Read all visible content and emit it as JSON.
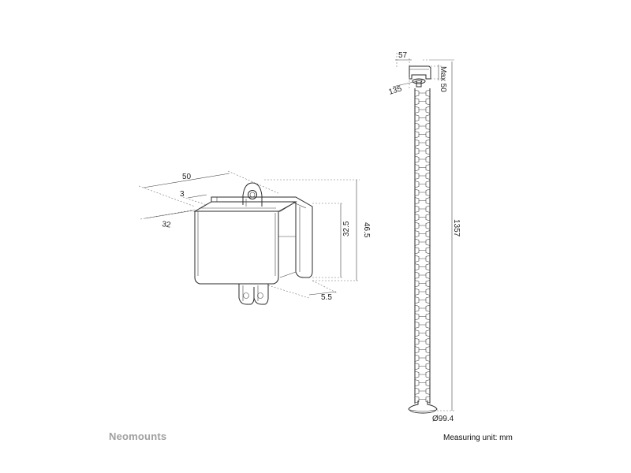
{
  "brand": {
    "name": "Neomounts"
  },
  "footer": {
    "measuring_unit": "Measuring unit: mm"
  },
  "clip_dimensions": {
    "width": "50",
    "slot": "3",
    "depth": "32",
    "height_total": "46.5",
    "height_inner": "32.5",
    "offset": "5.5"
  },
  "spine_dimensions": {
    "clamp_width": "57",
    "clamp_max": "Max 50",
    "clamp_depth": "135",
    "length": "1357",
    "base_diameter": "Ø99.4"
  }
}
